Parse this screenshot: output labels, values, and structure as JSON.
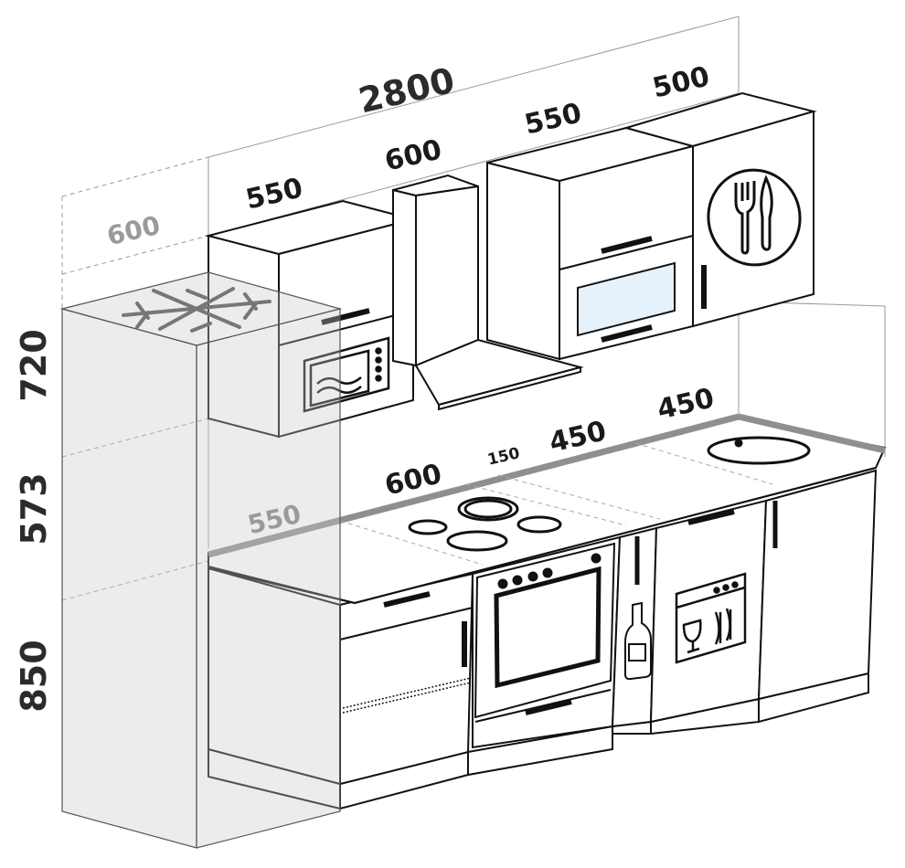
{
  "diagram": {
    "dimensions": {
      "total_width": "2800",
      "upper_left_cabinet": "550",
      "hood_width": "600",
      "upper_middle_cabinet": "550",
      "upper_right_cabinet": "500",
      "fridge_depth": "600",
      "height_upper": "720",
      "height_middle": "573",
      "height_lower": "850",
      "counter_depth": "550",
      "hob_section": "600",
      "gap_section": "150",
      "sink_left_section": "450",
      "sink_right_section": "450"
    },
    "icons": [
      "snowflake-icon",
      "microwave-icon",
      "fork-knife-icon",
      "wine-bottle-icon",
      "dishwasher-icon",
      "cooktop-icon",
      "oven-icon",
      "sink-icon"
    ],
    "colors": {
      "line": "#111111",
      "ghost": "#9a9a9a",
      "counter_edge": "#8f8f8f",
      "microwave_window": "#e6f2fb"
    }
  }
}
